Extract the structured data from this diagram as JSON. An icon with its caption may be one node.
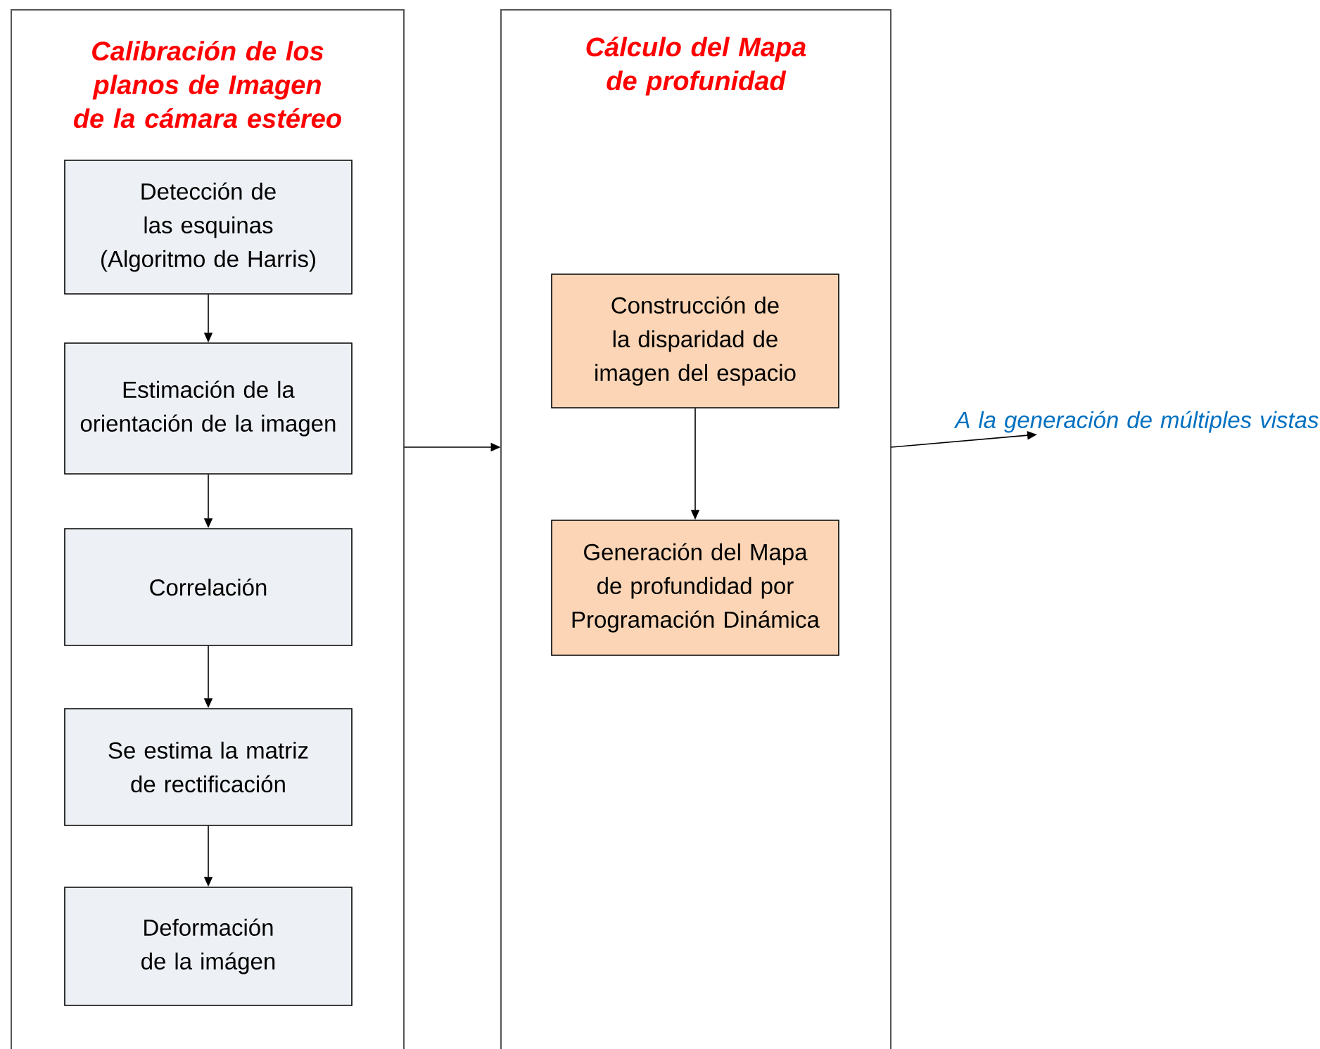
{
  "diagram": {
    "nodes": [
      {
        "text": [
          "Calibración de los planos de Imagen de la cámara estéreo"
        ]
      },
      {
        "text": [
          "Cálculo del Mapa de profunidad"
        ]
      },
      {
        "text": [
          "Detección de las esquinas (Algoritmo de Harris)"
        ],
        "in": 0
      },
      {
        "text": [
          "Estimación de la orientación de la imagen"
        ],
        "in": 0
      },
      {
        "text": [
          "Correlación"
        ],
        "in": 0
      },
      {
        "text": [
          "Se estima la matriz de rectificación"
        ],
        "in": 0
      },
      {
        "text": [
          "Deformación de la imágen"
        ],
        "in": 0
      },
      {
        "text": [
          "Construcción de la disparidad de imagen del espacio"
        ],
        "in": 1
      },
      {
        "text": [
          "Generación del Mapa de profundidad por Programación Dinámica"
        ],
        "in": 1
      },
      {
        "text": [
          "A la generación de múltiples vistas"
        ]
      }
    ],
    "edges": [
      {
        "from": 2,
        "to": 3,
        "arrow": "to"
      },
      {
        "from": 3,
        "to": 4,
        "arrow": "to"
      },
      {
        "from": 4,
        "to": 5,
        "arrow": "to"
      },
      {
        "from": 5,
        "to": 6,
        "arrow": "to"
      },
      {
        "from": 0,
        "to": 1,
        "arrow": "to"
      },
      {
        "from": 7,
        "to": 8,
        "arrow": "to"
      },
      {
        "from": 1,
        "to": 9,
        "arrow": "to"
      }
    ]
  }
}
